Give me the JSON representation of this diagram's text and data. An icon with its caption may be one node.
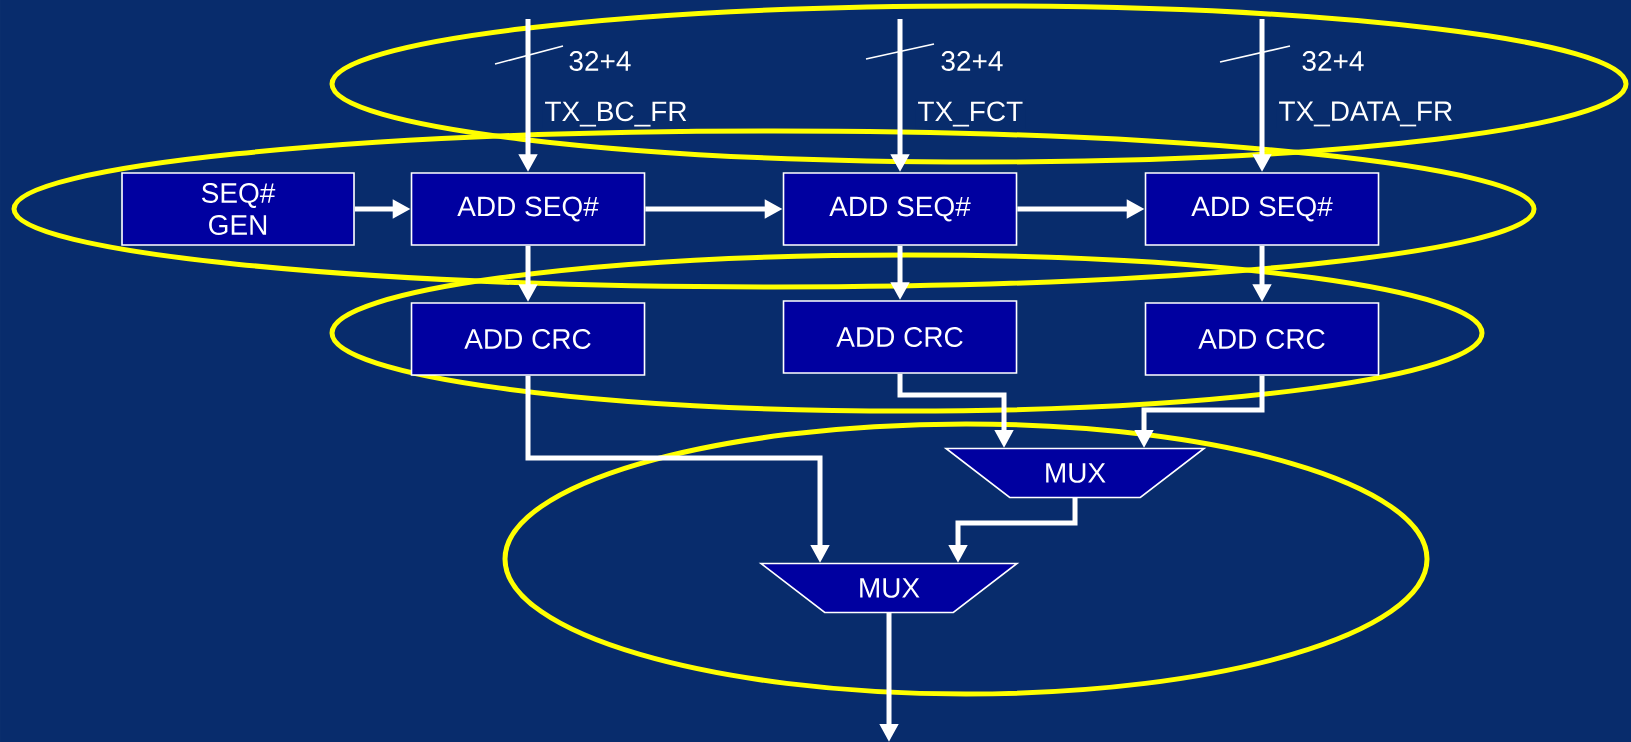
{
  "diagram": {
    "nodes": [
      {
        "text": [
          "SEQ# GEN"
        ]
      },
      {
        "text": [
          "ADD SEQ#"
        ]
      },
      {
        "text": [
          "ADD SEQ#"
        ]
      },
      {
        "text": [
          "ADD SEQ#"
        ]
      },
      {
        "text": [
          "ADD CRC"
        ]
      },
      {
        "text": [
          "ADD CRC"
        ]
      },
      {
        "text": [
          "ADD CRC"
        ]
      },
      {
        "text": [
          "MUX"
        ]
      },
      {
        "text": [
          "MUX"
        ]
      }
    ],
    "edges": [
      {
        "from": null,
        "to": 1,
        "arrow": "to",
        "label": "TX_BC_FR"
      },
      {
        "from": null,
        "to": 2,
        "arrow": "to",
        "label": "TX_FCT"
      },
      {
        "from": null,
        "to": 3,
        "arrow": "to",
        "label": "TX_DATA_FR"
      },
      {
        "from": 0,
        "to": 1,
        "arrow": "to"
      },
      {
        "from": 1,
        "to": 2,
        "arrow": "to"
      },
      {
        "from": 2,
        "to": 3,
        "arrow": "to"
      },
      {
        "from": 1,
        "to": 4,
        "arrow": "to"
      },
      {
        "from": 2,
        "to": 5,
        "arrow": "to"
      },
      {
        "from": 3,
        "to": 6,
        "arrow": "to"
      },
      {
        "from": 5,
        "to": 7,
        "arrow": "to"
      },
      {
        "from": 6,
        "to": 7,
        "arrow": "to"
      },
      {
        "from": 4,
        "to": 8,
        "arrow": "to"
      },
      {
        "from": 7,
        "to": 8,
        "arrow": "to"
      },
      {
        "from": 8,
        "to": null,
        "arrow": "to"
      }
    ],
    "labels": [
      "32+4",
      "32+4",
      "32+4"
    ]
  }
}
